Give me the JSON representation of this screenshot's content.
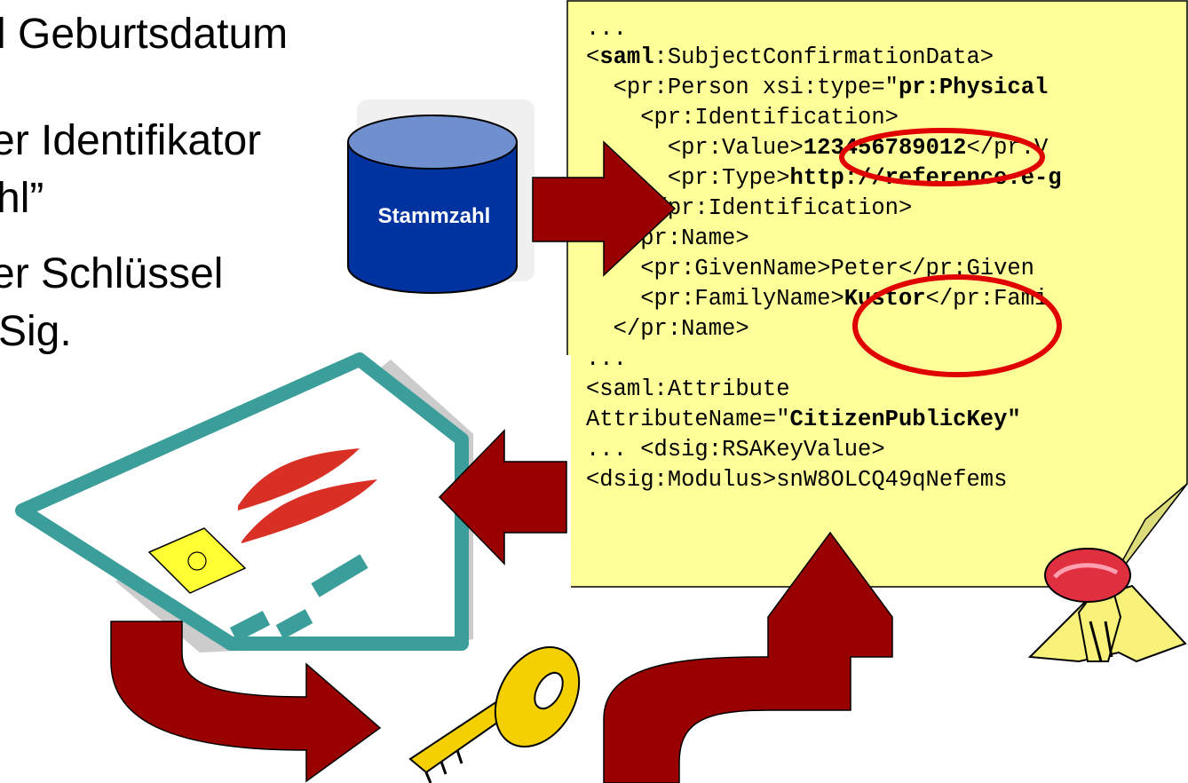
{
  "bullets": [
    "l Geburtsdatum",
    "er Identifikator",
    "hl”",
    "er Schlüssel",
    "Sig."
  ],
  "database": {
    "label": "Stammzahl",
    "fill": "#0033a0"
  },
  "colors": {
    "note": "#ffff99",
    "arrow": "#990000",
    "ring": "#e00000",
    "card_frame": "#3b9e9a",
    "flag": "#d93025",
    "chip": "#ffff33",
    "key": "#f5d000"
  },
  "icons": [
    "database-icon",
    "smart-card-icon",
    "key-icon",
    "seal-stamp-icon"
  ],
  "code": {
    "lines": [
      {
        "pre": "...",
        "bold": "",
        "post": ""
      },
      {
        "pre": "<",
        "bold": "saml",
        "post": ":SubjectConfirmationData>"
      },
      {
        "pre": "  <pr:Person xsi:type=\"",
        "bold": "pr:Physical",
        "post": ""
      },
      {
        "pre": "    <pr:Identification>",
        "bold": "",
        "post": ""
      },
      {
        "pre": "      <pr:Value>",
        "bold": "123456789012",
        "post": "</pr:V"
      },
      {
        "pre": "      <pr:Type>",
        "bold": "http://reference.e-g",
        "post": ""
      },
      {
        "pre": "    </pr:Identification>",
        "bold": "",
        "post": ""
      },
      {
        "pre": "   <pr:Name>",
        "bold": "",
        "post": ""
      },
      {
        "pre": "    <pr:GivenName>Peter</pr:Given",
        "bold": "",
        "post": ""
      },
      {
        "pre": "    <pr:FamilyName>",
        "bold": "Kustor",
        "post": "</pr:Fami"
      },
      {
        "pre": "  </pr:Name>",
        "bold": "",
        "post": ""
      },
      {
        "pre": "...",
        "bold": "",
        "post": ""
      },
      {
        "pre": "<saml:Attribute",
        "bold": "",
        "post": ""
      },
      {
        "pre": "AttributeName=\"",
        "bold": "CitizenPublicKey\"",
        "post": ""
      },
      {
        "pre": "... <dsig:RSAKeyValue>",
        "bold": "",
        "post": ""
      },
      {
        "pre": "<dsig:Modulus>snW8OLCQ49qNefems",
        "bold": "",
        "post": ""
      }
    ]
  }
}
